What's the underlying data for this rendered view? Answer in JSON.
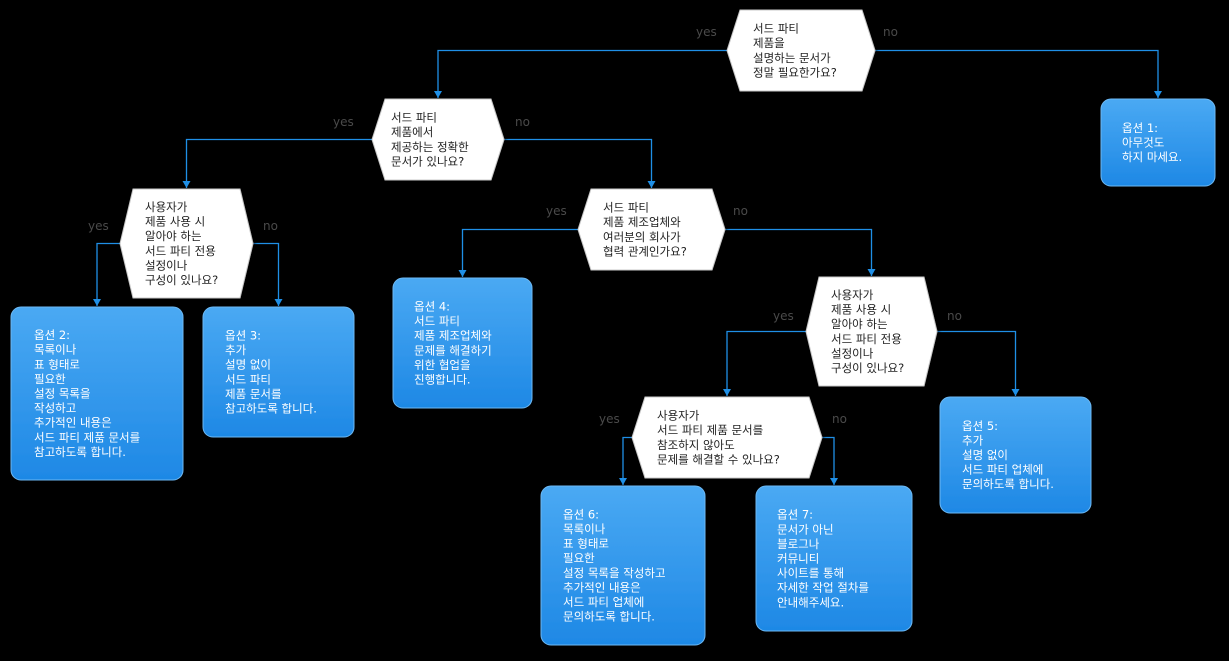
{
  "colors": {
    "background": "#000000",
    "decision_fill": "#ffffff",
    "option_fill_top": "#4aa9f3",
    "option_fill_bottom": "#1e88e5",
    "edge": "#1f8fe6",
    "edge_label": "#4a4a4a"
  },
  "edge_labels": {
    "yes": "yes",
    "no": "no"
  },
  "decisions": {
    "d1": [
      "서드 파티",
      "제품을",
      "설명하는 문서가",
      "정말 필요한가요?"
    ],
    "d2": [
      "서드 파티",
      "제품에서",
      "제공하는 정확한",
      "문서가 있나요?"
    ],
    "d3": [
      "사용자가",
      "제품 사용 시",
      "알아야 하는",
      "서드 파티 전용",
      "설정이나",
      "구성이 있나요?"
    ],
    "d4": [
      "서드 파티",
      "제품 제조업체와",
      "여러분의 회사가",
      "협력 관계인가요?"
    ],
    "d5": [
      "사용자가",
      "제품 사용 시",
      "알아야 하는",
      "서드 파티 전용",
      "설정이나",
      "구성이 있나요?"
    ],
    "d6": [
      "사용자가",
      "서드 파티 제품 문서를",
      "참조하지 않아도",
      "문제를 해결할 수 있나요?"
    ]
  },
  "options": {
    "o1": [
      "옵션 1:",
      "아무것도",
      "하지 마세요."
    ],
    "o2": [
      "옵션 2:",
      "목록이나",
      "표 형태로",
      "필요한",
      "설정 목록을",
      "작성하고",
      "추가적인 내용은",
      "서드 파티 제품 문서를",
      "참고하도록 합니다."
    ],
    "o3": [
      "옵션 3:",
      "추가",
      "설명 없이",
      "서드 파티",
      "제품 문서를",
      "참고하도록 합니다."
    ],
    "o4": [
      "옵션 4:",
      "서드 파티",
      "제품 제조업체와",
      "문제를 해결하기",
      "위한 협업을",
      "진행합니다."
    ],
    "o5": [
      "옵션 5:",
      "추가",
      "설명 없이",
      "서드 파티 업체에",
      "문의하도록 합니다."
    ],
    "o6": [
      "옵션 6:",
      "목록이나",
      "표 형태로",
      "필요한",
      "설정 목록을 작성하고",
      "추가적인 내용은",
      "서드 파티 업체에",
      "문의하도록 합니다."
    ],
    "o7": [
      "옵션 7:",
      "문서가 아닌",
      "블로그나",
      "커뮤니티",
      "사이트를 통해",
      "자세한 작업 절차를",
      "안내해주세요."
    ]
  }
}
